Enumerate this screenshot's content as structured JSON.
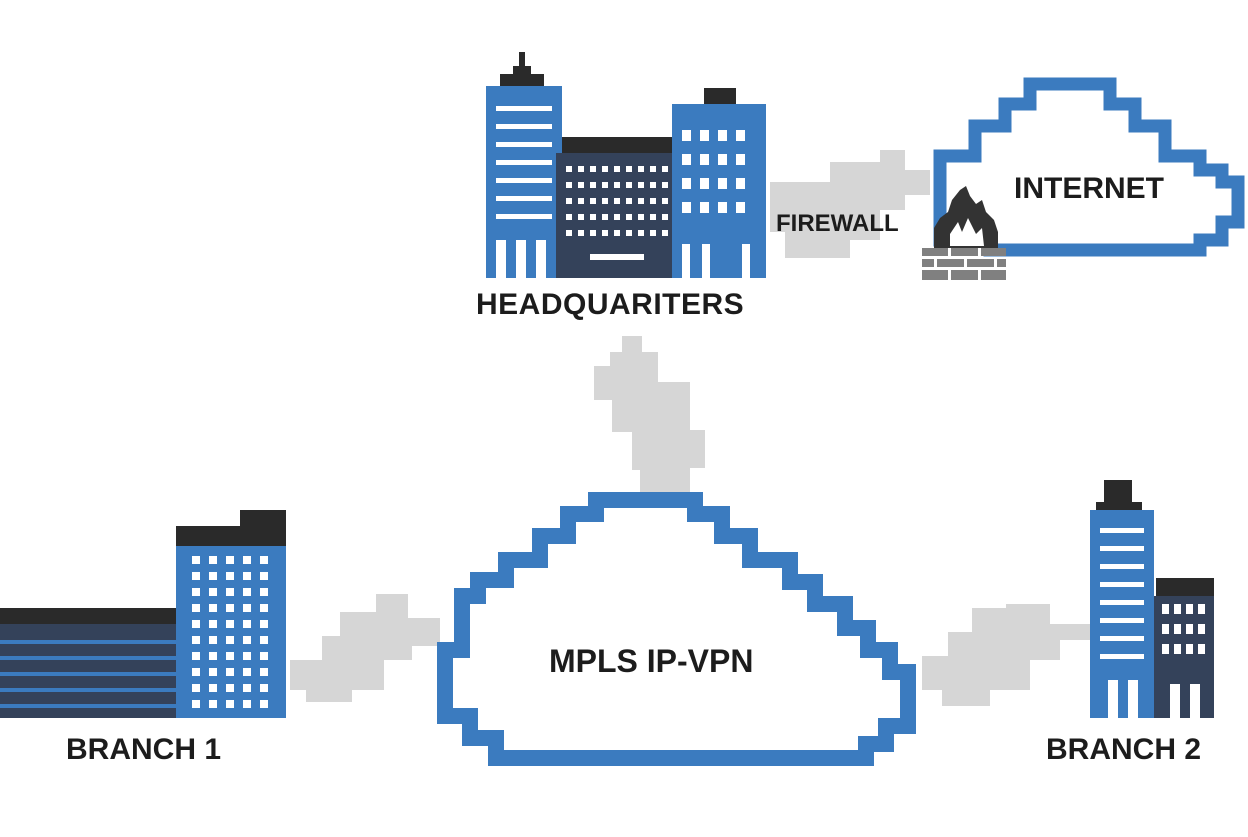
{
  "nodes": {
    "headquarters": {
      "label": "HEADQUARITERS"
    },
    "firewall": {
      "label": "FIREWALL"
    },
    "internet": {
      "label": "INTERNET"
    },
    "mpls": {
      "label": "MPLS IP-VPN"
    },
    "branch1": {
      "label": "BRANCH 1"
    },
    "branch2": {
      "label": "BRANCH 2"
    }
  },
  "links": [
    {
      "from": "headquarters",
      "to": "firewall"
    },
    {
      "from": "firewall",
      "to": "internet"
    },
    {
      "from": "headquarters",
      "to": "mpls"
    },
    {
      "from": "branch1",
      "to": "mpls"
    },
    {
      "from": "mpls",
      "to": "branch2"
    }
  ],
  "colors": {
    "building_blue": "#3b7bbf",
    "building_dark": "#34425a",
    "roof": "#2a2a2a",
    "cloud_outline": "#3b7bbf",
    "link_gray": "#d6d6d6",
    "firewall_gray": "#808080",
    "flame_dark": "#333333",
    "window_white": "#ffffff"
  },
  "icons": [
    "building-icon",
    "firewall-icon",
    "flame-icon",
    "cloud-icon"
  ]
}
